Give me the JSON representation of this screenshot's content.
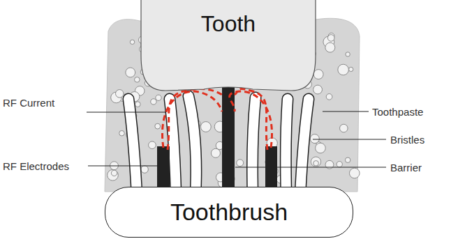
{
  "diagram": {
    "nodes": [
      {
        "text": [
          "Tooth"
        ]
      },
      {
        "text": [
          "Toothbrush"
        ]
      }
    ],
    "labels": [
      "RF Current",
      "RF Electrodes",
      "Toothpaste",
      "Bristles",
      "Barrier"
    ]
  }
}
